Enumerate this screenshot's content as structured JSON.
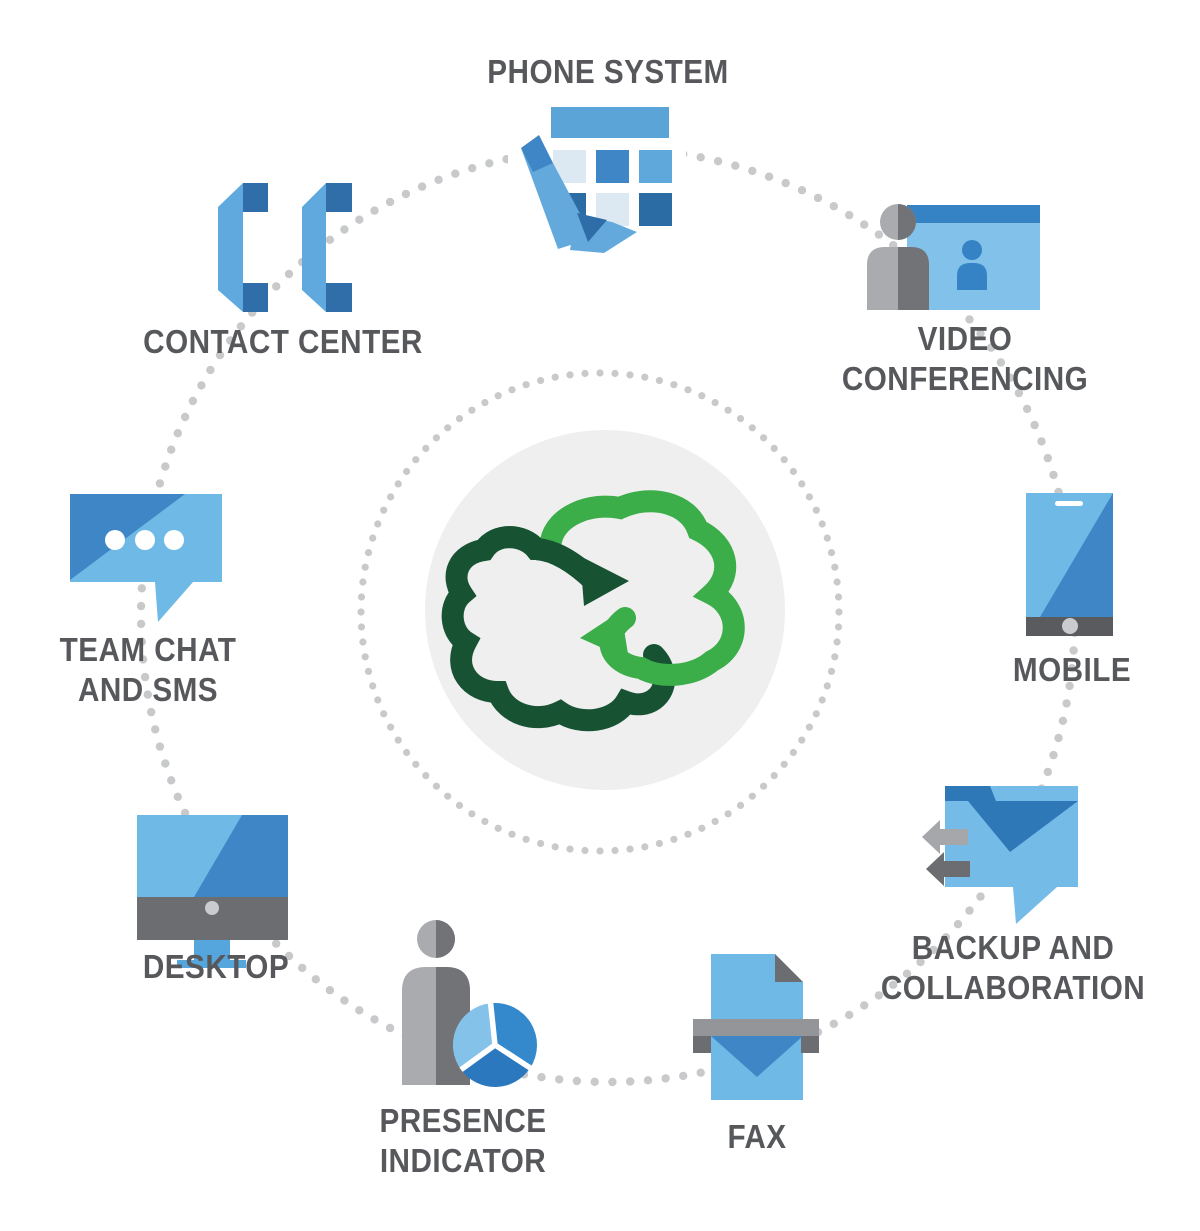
{
  "diagram": {
    "center_logo": {
      "name": "cloud-sync-logo",
      "dark_green": "#175233",
      "light_green": "#3BAD49",
      "bg_circle": "#EFEFF0"
    },
    "nodes": [
      {
        "id": "phone-system",
        "icon": "phone-keypad-icon",
        "lines": [
          "PHONE SYSTEM"
        ]
      },
      {
        "id": "video-conferencing",
        "icon": "video-conference-icon",
        "lines": [
          "VIDEO",
          "CONFERENCING"
        ]
      },
      {
        "id": "mobile",
        "icon": "smartphone-icon",
        "lines": [
          "MOBILE"
        ]
      },
      {
        "id": "backup-and-collaboration",
        "icon": "folder-share-icon",
        "lines": [
          "BACKUP AND",
          "COLLABORATION"
        ]
      },
      {
        "id": "fax",
        "icon": "fax-document-icon",
        "lines": [
          "FAX"
        ]
      },
      {
        "id": "presence-indicator",
        "icon": "person-pie-chart-icon",
        "lines": [
          "PRESENCE",
          "INDICATOR"
        ]
      },
      {
        "id": "desktop",
        "icon": "desktop-monitor-icon",
        "lines": [
          "DESKTOP"
        ]
      },
      {
        "id": "team-chat-and-sms",
        "icon": "chat-bubble-icon",
        "lines": [
          "TEAM CHAT",
          "AND SMS"
        ]
      },
      {
        "id": "contact-center",
        "icon": "phone-handsets-icon",
        "lines": [
          "CONTACT CENTER"
        ]
      }
    ],
    "colors": {
      "light_blue": "#6FB9E6",
      "sky_blue": "#5BA4D8",
      "medium_blue": "#3E86C6",
      "dark_blue": "#2C6CA5",
      "pale_blue": "#DCE9F3",
      "screen_blue": "#82C2EA",
      "folder_blue": "#2E78B8",
      "light_gray": "#A9ABAE",
      "dark_gray": "#717377",
      "bar_gray": "#939598",
      "text_gray": "#57585B",
      "dot_gray": "#C8C9CB",
      "circle_gray": "#EFEFF0"
    }
  }
}
